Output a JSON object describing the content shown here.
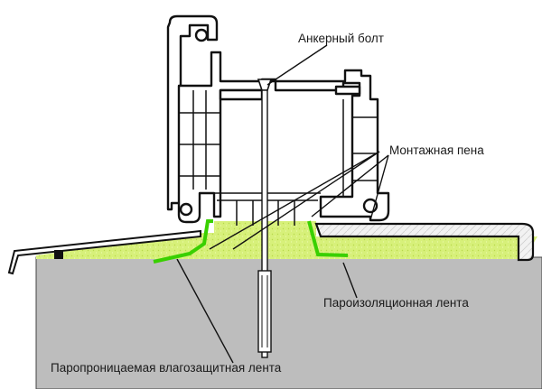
{
  "labels": {
    "anchor_bolt": "Анкерный болт",
    "mounting_foam": "Монтажная пена",
    "vapor_barrier_tape": "Пароизоляционная лента",
    "vapor_permeable_tape": "Паропроницаемая влагозащитная лента"
  },
  "colors": {
    "wall": "#bdbdbd",
    "foam": "#d7f07a",
    "tape": "#39d000",
    "outline": "#111111",
    "sill_fill": "#e9e9e9"
  }
}
